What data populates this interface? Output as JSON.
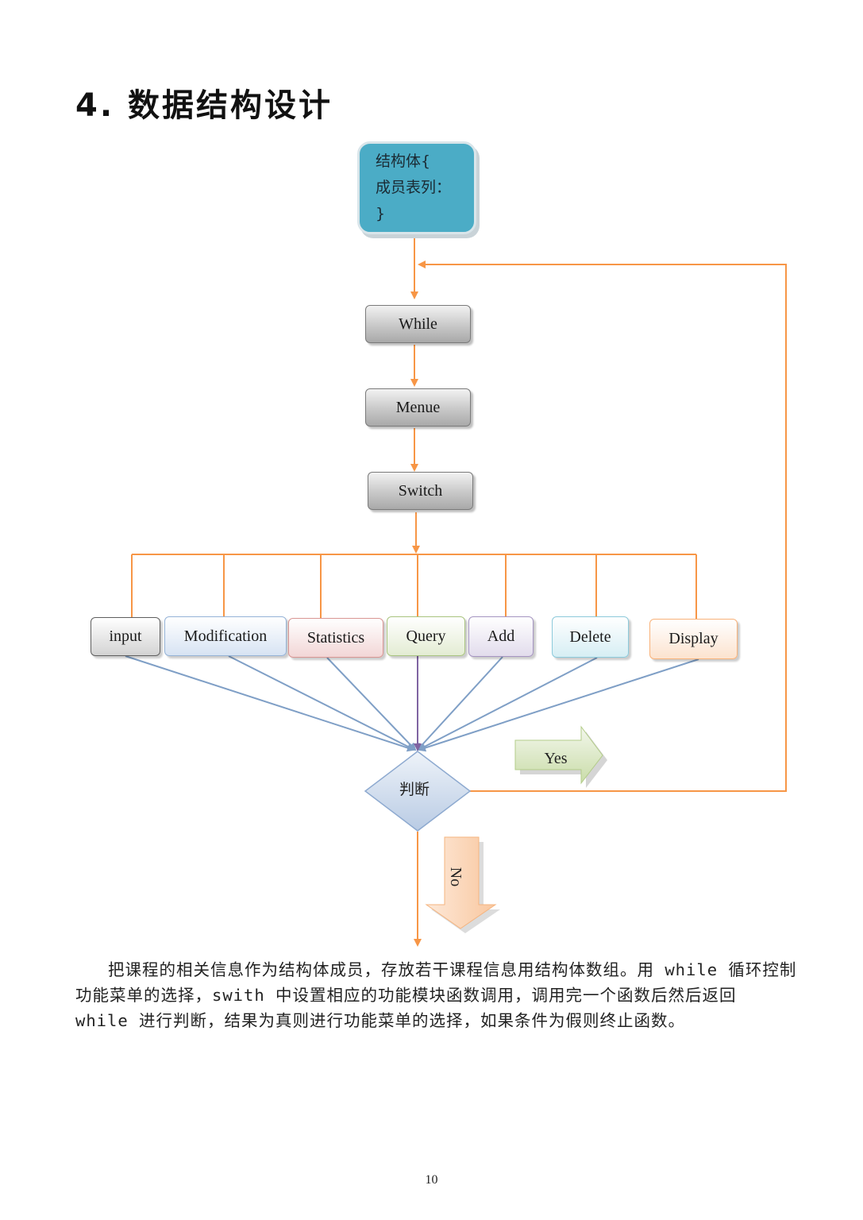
{
  "heading": "4. 数据结构设计",
  "flowchart": {
    "struct_lines": [
      "结构体{",
      "成员表列：",
      "}"
    ],
    "while_label": "While",
    "menu_label": "Menue",
    "switch_label": "Switch",
    "options": [
      {
        "label": "input",
        "fill": "#d3d3d3",
        "stroke": "#5f5f5f"
      },
      {
        "label": "Modification",
        "fill": "#d7e3f3",
        "stroke": "#95b3d7"
      },
      {
        "label": "Statistics",
        "fill": "#f2d6d6",
        "stroke": "#d99694"
      },
      {
        "label": "Query",
        "fill": "#e3ecd3",
        "stroke": "#a9c47f"
      },
      {
        "label": "Add",
        "fill": "#e2dcec",
        "stroke": "#a595c1"
      },
      {
        "label": "Delete",
        "fill": "#d6eef4",
        "stroke": "#8ccadb"
      },
      {
        "label": "Display",
        "fill": "#fce3cf",
        "stroke": "#f8b27a"
      }
    ],
    "decision_label": "判断",
    "yes_label": "Yes",
    "no_label": "No",
    "colors": {
      "connector": "#f79646",
      "merge_arrow": "#7f9fc6",
      "query_arrow": "#8064a2"
    }
  },
  "paragraph": "把课程的相关信息作为结构体成员，存放若干课程信息用结构体数组。用 while 循环控制功能菜单的选择，swith 中设置相应的功能模块函数调用，调用完一个函数后然后返回 while 进行判断，结果为真则进行功能菜单的选择，如果条件为假则终止函数。",
  "page_number": "10"
}
